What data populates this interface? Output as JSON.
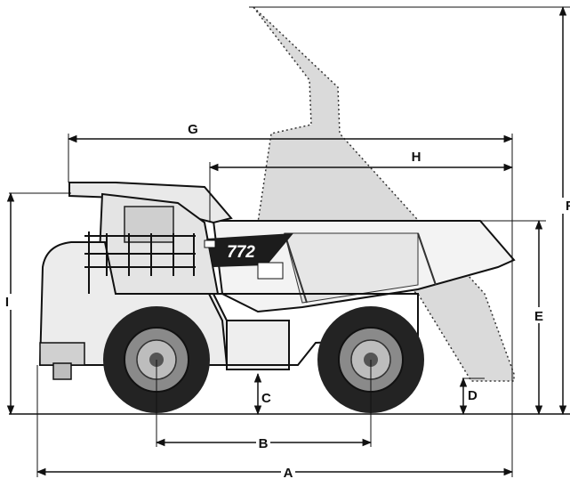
{
  "diagram": {
    "dimension_labels": {
      "A": "A",
      "B": "B",
      "C": "C",
      "D": "D",
      "E": "E",
      "F": "F",
      "G": "G",
      "H": "H",
      "I": "I"
    },
    "model_badge": "772"
  },
  "colors": {
    "line": "#111111",
    "body": "#f1f1f1",
    "dark": "#1c1c1c",
    "tire": "#232323",
    "raised_bed": "#d9d9d9"
  }
}
